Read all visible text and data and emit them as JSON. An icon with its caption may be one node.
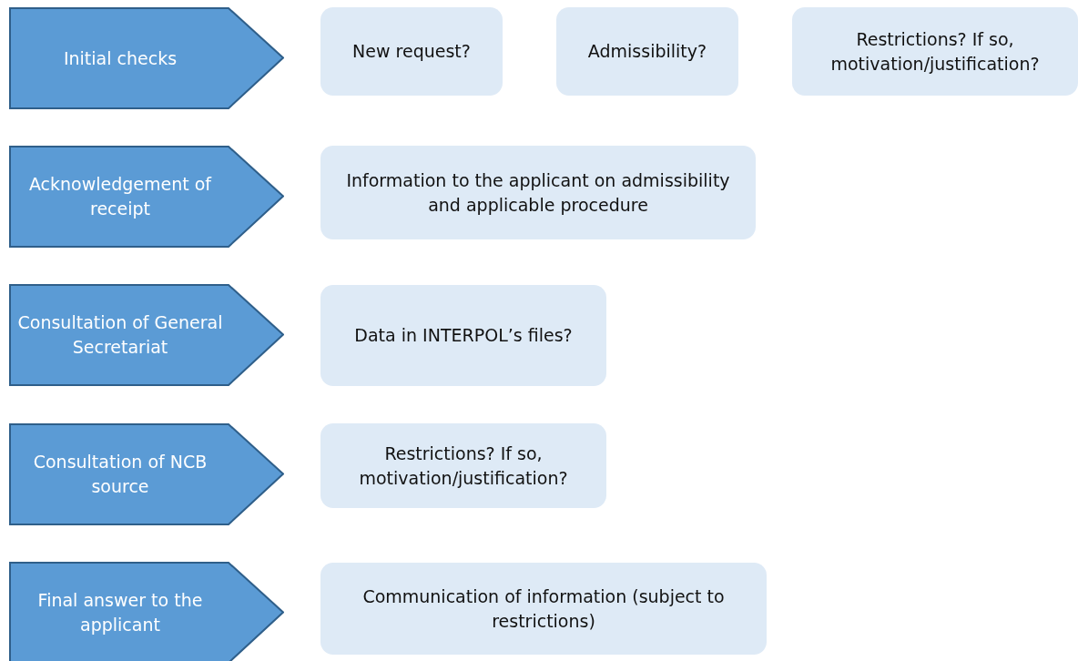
{
  "diagram": {
    "nodes": [
      {
        "text": [
          "Initial checks"
        ]
      },
      {
        "text": [
          "New request?"
        ]
      },
      {
        "text": [
          "Admissibility?"
        ]
      },
      {
        "text": [
          "Restrictions? If so, motivation/justification?"
        ]
      },
      {
        "text": [
          "Acknowledgement of receipt"
        ]
      },
      {
        "text": [
          "Information to the applicant on admissibility and applicable procedure"
        ]
      },
      {
        "text": [
          "Consultation of General Secretariat"
        ]
      },
      {
        "text": [
          "Data in INTERPOL’s files?"
        ]
      },
      {
        "text": [
          "Consultation of NCB source"
        ]
      },
      {
        "text": [
          "Restrictions? If so, motivation/justification?"
        ]
      },
      {
        "text": [
          "Final answer to the applicant"
        ]
      },
      {
        "text": [
          "Communication of information (subject to restrictions)"
        ]
      }
    ]
  }
}
